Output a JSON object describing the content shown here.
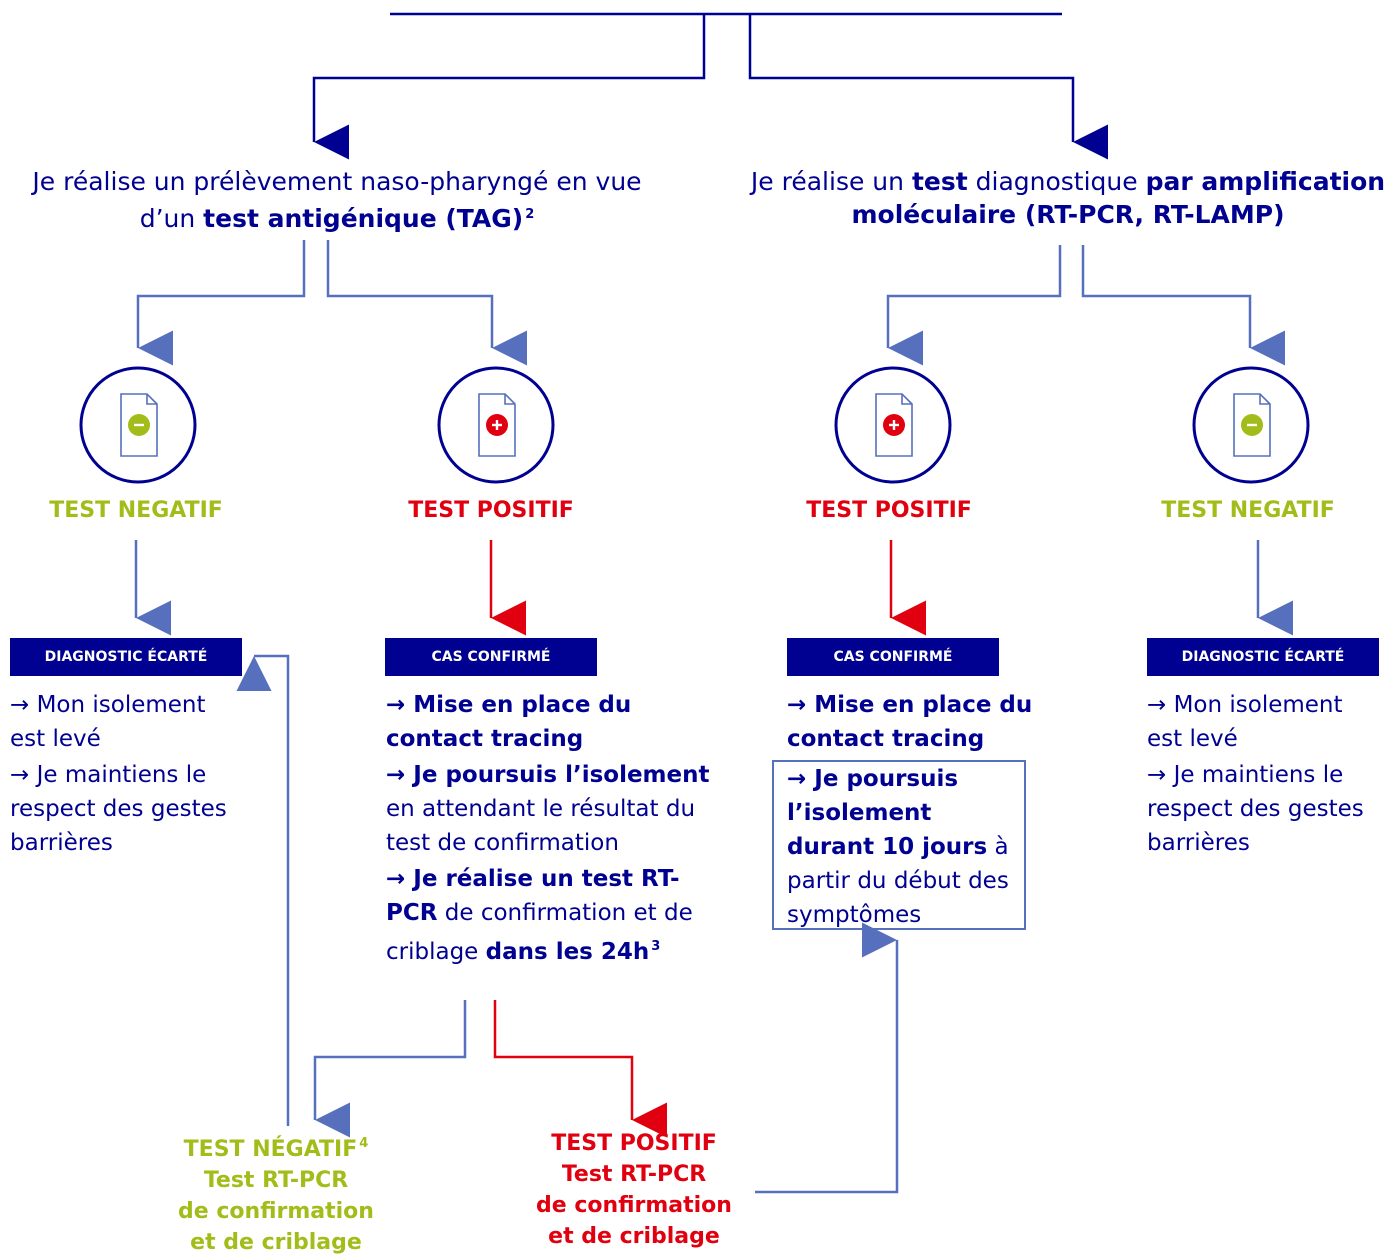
{
  "colors": {
    "navy": "#000091",
    "blue": "#5770be",
    "green": "#a2bd19",
    "red": "#e1000f"
  },
  "icons": [
    "file-minus-icon",
    "file-plus-icon"
  ],
  "left_branch": {
    "title_pre": "Je réalise un prélèvement naso-pharyngé en vue d’un ",
    "title_bold": "test antigénique (TAG)",
    "title_sup": "2",
    "neg_label": "TEST NEGATIF",
    "pos_label": "TEST POSITIF",
    "neg_badge": "DIAGNOSTIC ÉCARTÉ",
    "pos_badge": "CAS CONFIRMÉ",
    "neg_items": [
      "→ Mon isolement est levé",
      "→ Je maintiens le respect des gestes barrières"
    ],
    "pos_item1": "→ Mise en place du contact tracing",
    "pos_item2_bold": "→ Je poursuis l’isolement",
    "pos_item2_rest": " en attendant le résultat du test de confirmation",
    "pos_item3_bold1": "→ Je réalise un test RT-PCR",
    "pos_item3_mid": " de confirmation et de criblage ",
    "pos_item3_bold2": "dans les 24h",
    "pos_item3_sup": "3"
  },
  "right_branch": {
    "title_pre": "Je réalise un ",
    "title_bold1": "test",
    "title_mid": " diagnostique ",
    "title_bold2": "par amplification moléculaire (RT-PCR, RT-LAMP)",
    "pos_label": "TEST POSITIF",
    "neg_label": "TEST NEGATIF",
    "pos_badge": "CAS CONFIRMÉ",
    "neg_badge": "DIAGNOSTIC ÉCARTÉ",
    "pos_item1": "→ Mise en place du contact tracing",
    "pos_item2_bold": "→ Je poursuis l’isolement durant 10 jours",
    "pos_item2_rest": " à partir du début des symptômes",
    "neg_items": [
      "→ Mon isolement est levé",
      "→ Je maintiens le respect des gestes barrières"
    ]
  },
  "confirm": {
    "neg_title": "TEST NÉGATIF",
    "neg_sup": "4",
    "pos_title": "TEST POSITIF",
    "sub1": "Test RT-PCR",
    "sub2": "de confirmation",
    "sub3": "et de criblage"
  }
}
